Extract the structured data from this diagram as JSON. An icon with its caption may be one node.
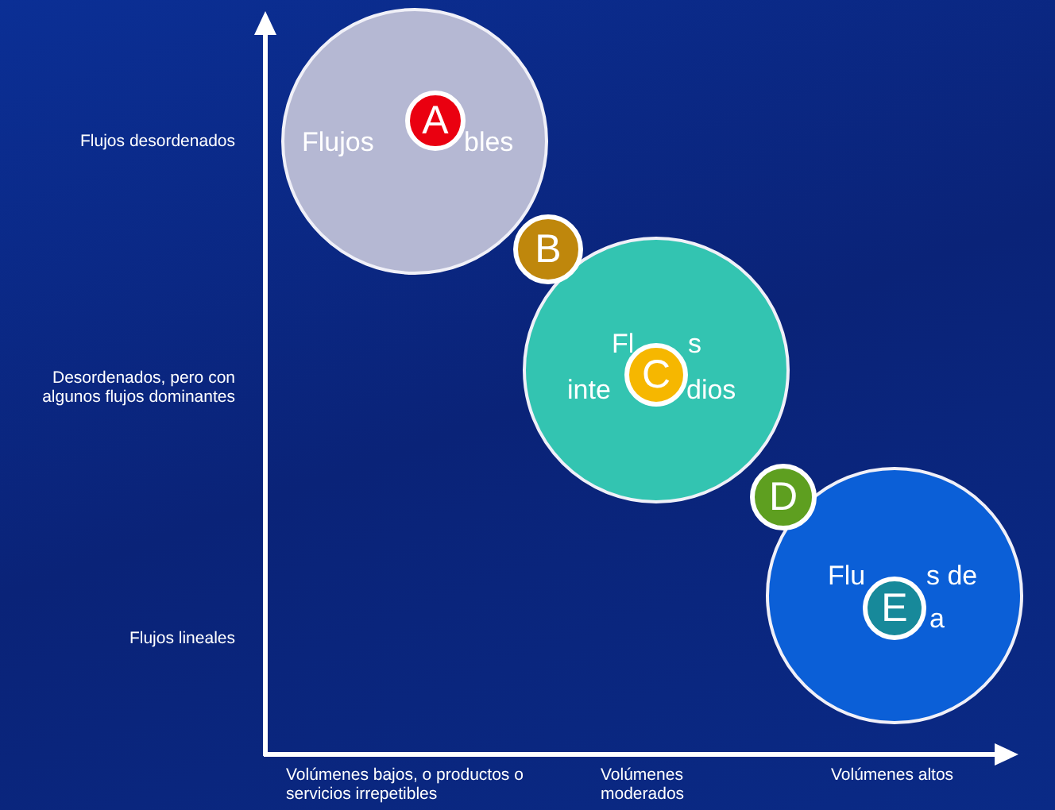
{
  "diagram": {
    "nodes": [
      {
        "text": [
          "Flujos",
          "bles"
        ]
      },
      {
        "text": [
          "A"
        ],
        "in": 0
      },
      {
        "text": [
          "B"
        ]
      },
      {
        "text": [
          "Fl",
          "s",
          "inte",
          "dios"
        ]
      },
      {
        "text": [
          "C"
        ],
        "in": 3
      },
      {
        "text": [
          "D"
        ]
      },
      {
        "text": [
          "Flu",
          "s de",
          "a"
        ]
      },
      {
        "text": [
          "E"
        ],
        "in": 6
      }
    ],
    "labels": [
      "Flujos desordenados",
      "Desordenados, pero con algunos flujos dominantes",
      "Flujos lineales",
      "Volúmenes bajos, o productos o servicios irrepetibles",
      "Volúmenes moderados",
      "Volúmenes altos"
    ]
  }
}
